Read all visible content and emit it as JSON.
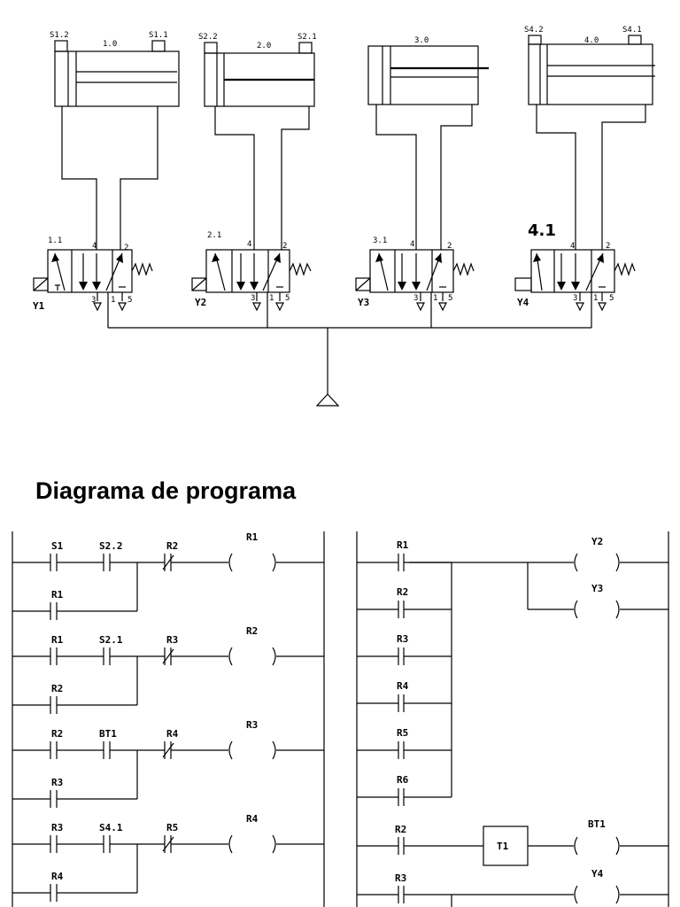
{
  "title": "Diagrama de programa",
  "cylinders": [
    {
      "name": "1.0",
      "left_sensor": "S1.2",
      "right_sensor": "S1.1"
    },
    {
      "name": "2.0",
      "left_sensor": "S2.2",
      "right_sensor": "S2.1"
    },
    {
      "name": "3.0",
      "left_sensor": "",
      "right_sensor": ""
    },
    {
      "name": "4.0",
      "left_sensor": "S4.2",
      "right_sensor": "S4.1"
    }
  ],
  "valves": [
    {
      "name": "1.1",
      "solenoid": "Y1",
      "port_a": "4",
      "port_b": "2",
      "port_exhaust": "3",
      "port_pressure": "1",
      "port_exhaust2": "5"
    },
    {
      "name": "2.1",
      "solenoid": "Y2",
      "port_a": "4",
      "port_b": "2",
      "port_exhaust": "3",
      "port_pressure": "1",
      "port_exhaust2": "5"
    },
    {
      "name": "3.1",
      "solenoid": "Y3",
      "port_a": "4",
      "port_b": "2",
      "port_exhaust": "3",
      "port_pressure": "1",
      "port_exhaust2": "5"
    },
    {
      "name": "4.1",
      "solenoid": "Y4",
      "port_a": "4",
      "port_b": "2",
      "port_exhaust": "3",
      "port_pressure": "1",
      "port_exhaust2": "5"
    }
  ],
  "ladder_left": {
    "rungs": [
      {
        "contacts": [
          "S1",
          "S2.2",
          "R2"
        ],
        "coil": "R1",
        "hold": "R1"
      },
      {
        "contacts": [
          "R1",
          "S2.1",
          "R3"
        ],
        "coil": "R2",
        "hold": "R2"
      },
      {
        "contacts": [
          "R2",
          "BT1",
          "R4"
        ],
        "coil": "R3",
        "hold": "R3"
      },
      {
        "contacts": [
          "R3",
          "S4.1",
          "R5"
        ],
        "coil": "R4",
        "hold": "R4"
      }
    ]
  },
  "ladder_right": {
    "parallel_contacts": [
      "R1",
      "R2",
      "R3",
      "R4",
      "R5",
      "R6"
    ],
    "coils_top": [
      "Y2",
      "Y3"
    ],
    "timer_contact": "R2",
    "timer": "T1",
    "timer_coil": "BT1",
    "last_contact": "R3",
    "last_coil": "Y4"
  }
}
